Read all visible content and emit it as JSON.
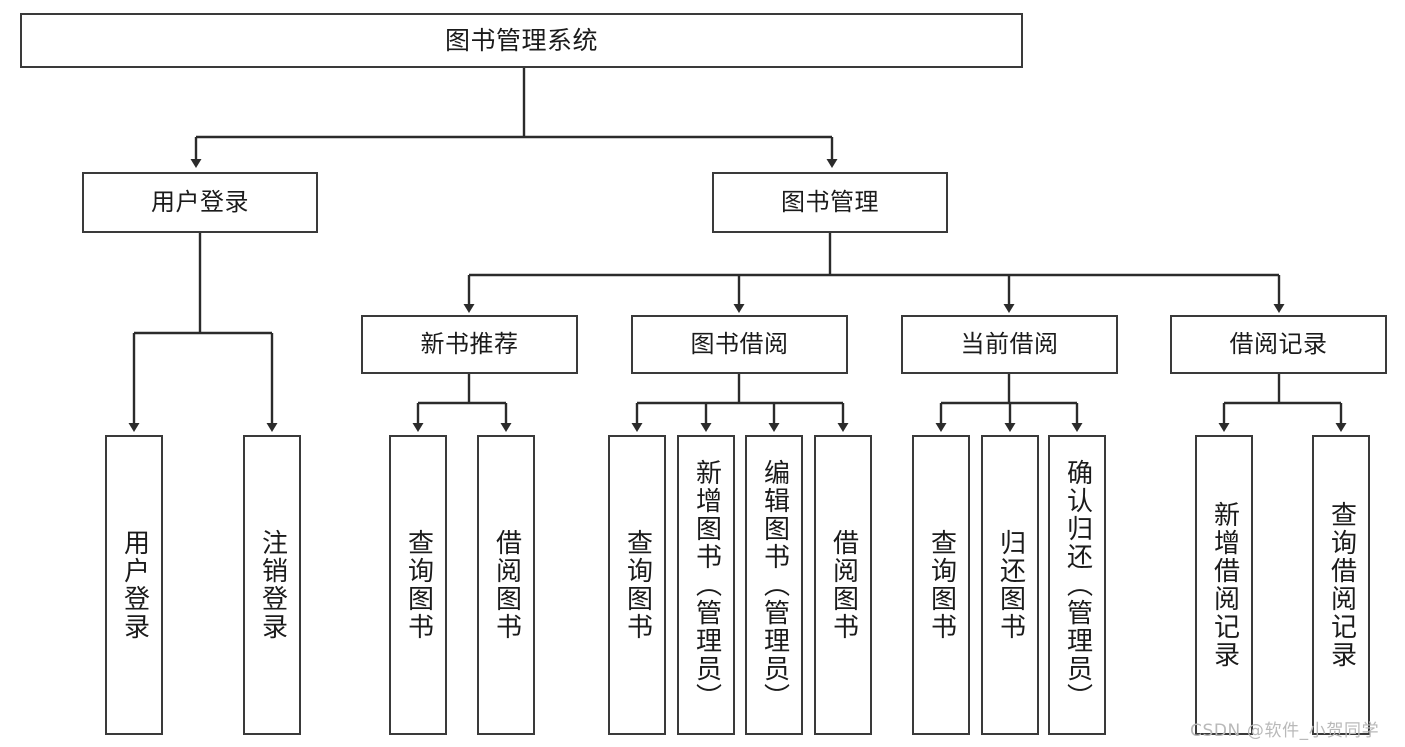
{
  "diagram": {
    "type": "tree",
    "title": "图书管理系统",
    "watermark": "CSDN @软件_小贺同学",
    "colors": {
      "node_border": "#3a3a3a",
      "node_fill": "#ffffff",
      "edge": "#2b2b2b",
      "text": "#1b1b1b",
      "watermark": "#b9b9b9",
      "background": "#ffffff"
    },
    "nodes": {
      "root": {
        "label": "图书管理系统"
      },
      "level1": [
        {
          "id": "user-login",
          "label": "用户登录"
        },
        {
          "id": "book-management",
          "label": "图书管理"
        }
      ],
      "level2": [
        {
          "id": "new-book-recommend",
          "label": "新书推荐"
        },
        {
          "id": "book-borrow",
          "label": "图书借阅"
        },
        {
          "id": "current-borrow",
          "label": "当前借阅"
        },
        {
          "id": "borrow-record",
          "label": "借阅记录"
        }
      ],
      "leaves": {
        "user_login": [
          {
            "id": "leaf-user-login",
            "label": "用户登录"
          },
          {
            "id": "leaf-logout-login",
            "label": "注销登录"
          }
        ],
        "new_book_recommend": [
          {
            "id": "leaf-query-book-1",
            "label": "查询图书"
          },
          {
            "id": "leaf-borrow-book-1",
            "label": "借阅图书"
          }
        ],
        "book_borrow": [
          {
            "id": "leaf-query-book-2",
            "label": "查询图书"
          },
          {
            "id": "leaf-add-book",
            "label": "新增图书（管理员）"
          },
          {
            "id": "leaf-edit-book",
            "label": "编辑图书（管理员）"
          },
          {
            "id": "leaf-borrow-book-2",
            "label": "借阅图书"
          }
        ],
        "current_borrow": [
          {
            "id": "leaf-query-book-3",
            "label": "查询图书"
          },
          {
            "id": "leaf-return-book",
            "label": "归还图书"
          },
          {
            "id": "leaf-confirm-return",
            "label": "确认归还（管理员）"
          }
        ],
        "borrow_record": [
          {
            "id": "leaf-add-borrow-record",
            "label": "新增借阅记录"
          },
          {
            "id": "leaf-query-borrow-record",
            "label": "查询借阅记录"
          }
        ]
      }
    }
  }
}
